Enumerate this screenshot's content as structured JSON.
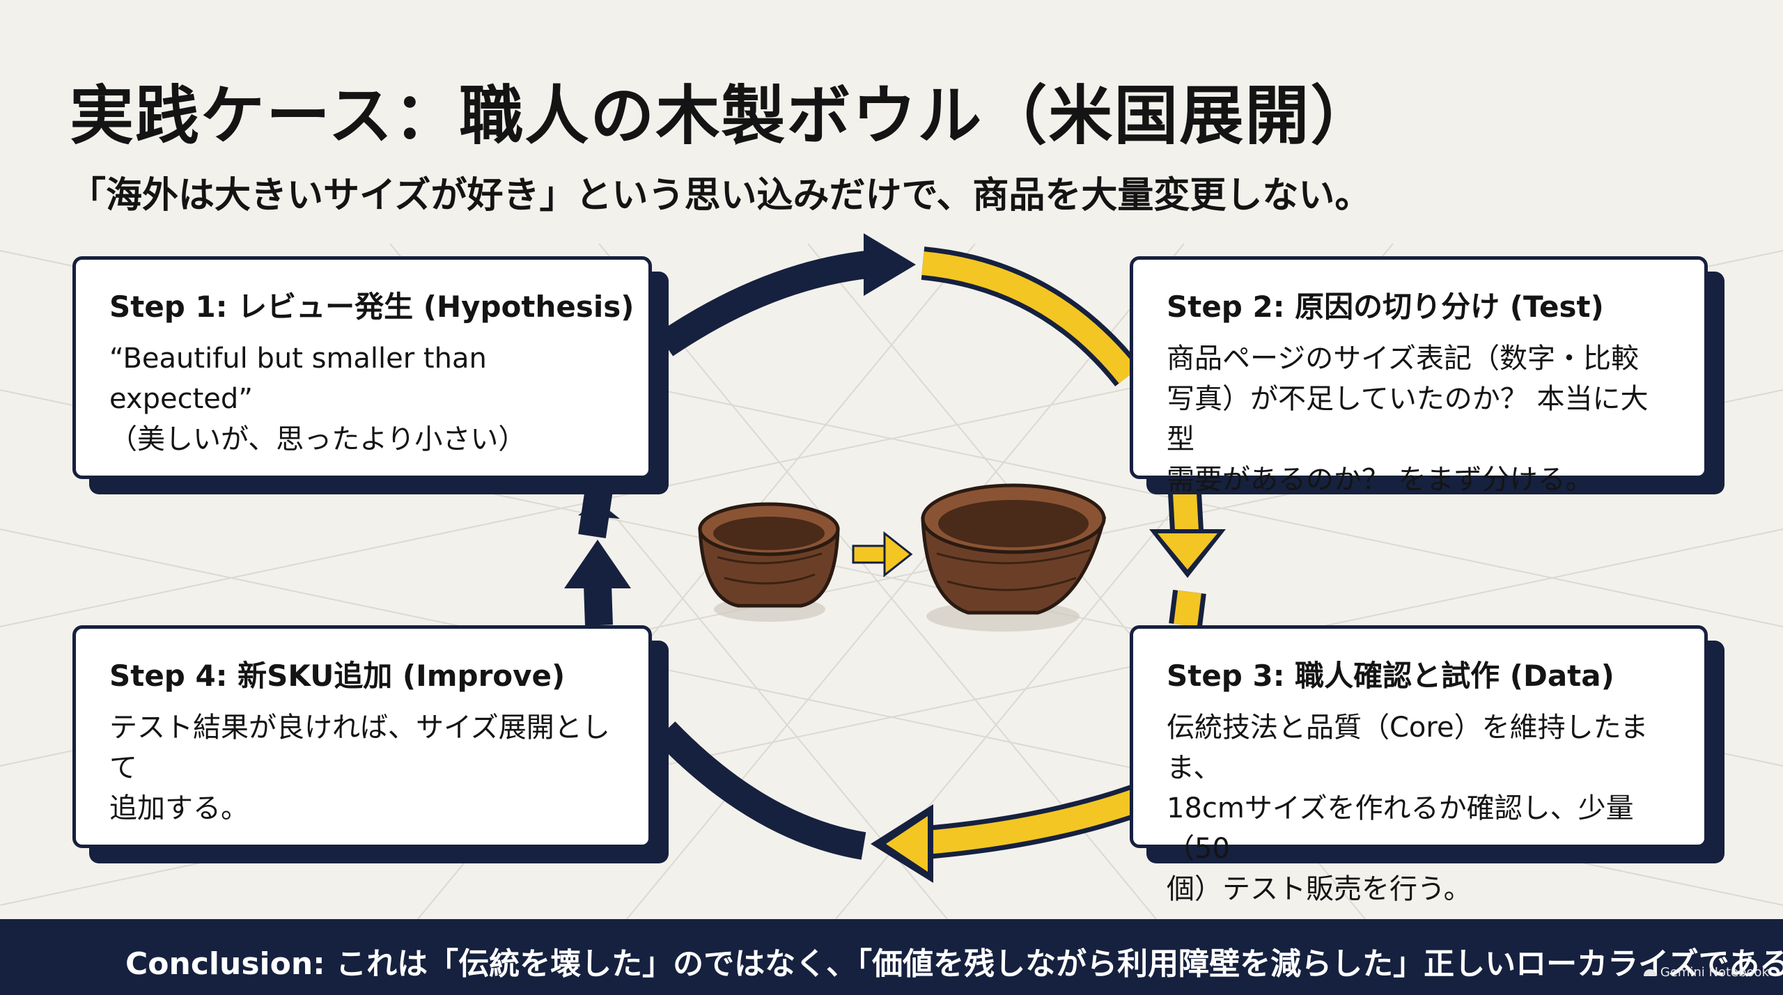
{
  "header": {
    "title": "実践ケース：職人の木製ボウル（米国展開）",
    "subtitle": "「海外は大きいサイズが好き」という思い込みだけで、商品を大量変更しない。"
  },
  "steps": [
    {
      "title": "Step 1: レビュー発生 (Hypothesis)",
      "body": "“Beautiful but smaller than expected”\n（美しいが、思ったより小さい）"
    },
    {
      "title": "Step 2: 原因の切り分け (Test)",
      "body": "商品ページのサイズ表記（数字・比較\n写真）が不足していたのか？ 本当に大型\n需要があるのか？ をまず分ける。"
    },
    {
      "title": "Step 3: 職人確認と試作 (Data)",
      "body": "伝統技法と品質（Core）を維持したまま、\n18cmサイズを作れるか確認し、少量（50\n個）テスト販売を行う。"
    },
    {
      "title": "Step 4: 新SKU追加 (Improve)",
      "body": "テスト結果が良ければ、サイズ展開として\n追加する。"
    }
  ],
  "footer": {
    "conclusion": "Conclusion: これは「伝統を壊した」のではなく、「価値を残しながら利用障壁を減らした」正しいローカライズである。",
    "badge": "Gemini Notebook"
  },
  "colors": {
    "navy": "#16213f",
    "yellow": "#f3c623",
    "wood": "#6b3f27",
    "background": "#f3f1ec"
  },
  "icons": [
    "small-bowl-icon",
    "arrow-right-icon",
    "large-bowl-icon"
  ]
}
